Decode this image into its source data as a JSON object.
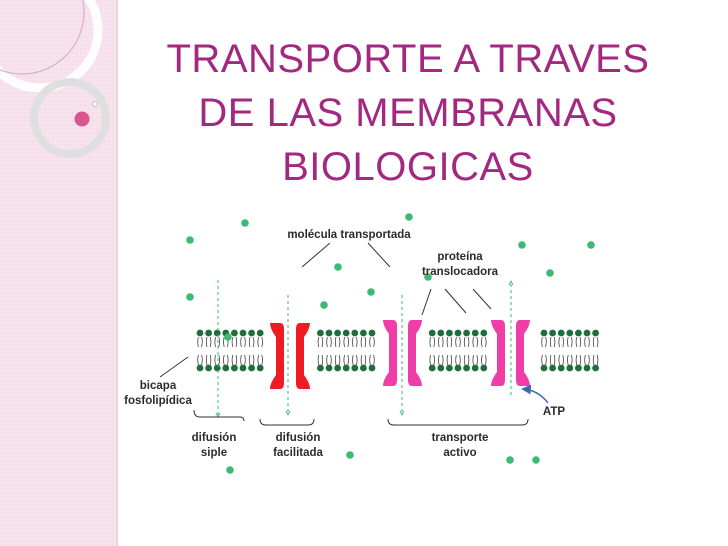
{
  "slide": {
    "title_lines": [
      "TRANSPORTE A TRAVES",
      "DE LAS MEMBRANAS",
      "BIOLOGICAS"
    ],
    "colors": {
      "title": "#a3287f",
      "sidebar": "#f7e4ee",
      "molecule": "#3dba72",
      "channel_red": "#ee1b23",
      "carrier_pink": "#f03ea8",
      "atp_arrow": "#3e63b3"
    }
  },
  "diagram": {
    "label_molecule": "molécula transportada",
    "label_protein_1": "proteína",
    "label_protein_2": "translocadora",
    "label_bilayer_1": "bicapa",
    "label_bilayer_2": "fosfolipídica",
    "label_atp": "ATP",
    "label_simple_1": "difusión",
    "label_simple_2": "siple",
    "label_facilitated_1": "difusión",
    "label_facilitated_2": "facilitada",
    "label_active_1": "transporte",
    "label_active_2": "activo"
  }
}
